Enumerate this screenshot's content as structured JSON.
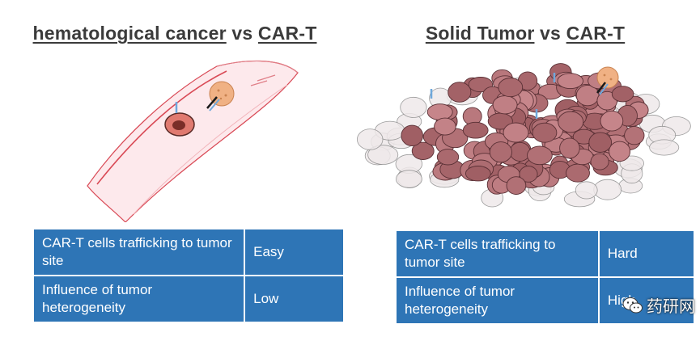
{
  "left_panel": {
    "title_part1": "hematological cancer",
    "title_vs": " vs ",
    "title_part2": "CAR-T",
    "rows": [
      {
        "label": "CAR-T cells trafficking to tumor site",
        "value": "Easy"
      },
      {
        "label": "Influence of tumor heterogeneity",
        "value": "Low"
      }
    ]
  },
  "right_panel": {
    "title_part1": "Solid Tumor",
    "title_vs": " vs ",
    "title_part2": "CAR-T",
    "rows": [
      {
        "label": "CAR-T cells trafficking to tumor site",
        "value": "Hard"
      },
      {
        "label": "Influence of tumor heterogeneity",
        "value": "High"
      }
    ]
  },
  "watermark": {
    "text": "药研网"
  },
  "colors": {
    "table_blue": "#2e75b6",
    "title_gray": "#3b3b3b",
    "vessel_red": "#d94a56",
    "tumor_cell": "#a86a70",
    "car_t_orange": "#e8a06a"
  },
  "icons": [
    "blood-vessel-icon",
    "cancer-cell-icon",
    "car-t-cell-icon",
    "tumor-mass-icon",
    "wechat-icon"
  ]
}
